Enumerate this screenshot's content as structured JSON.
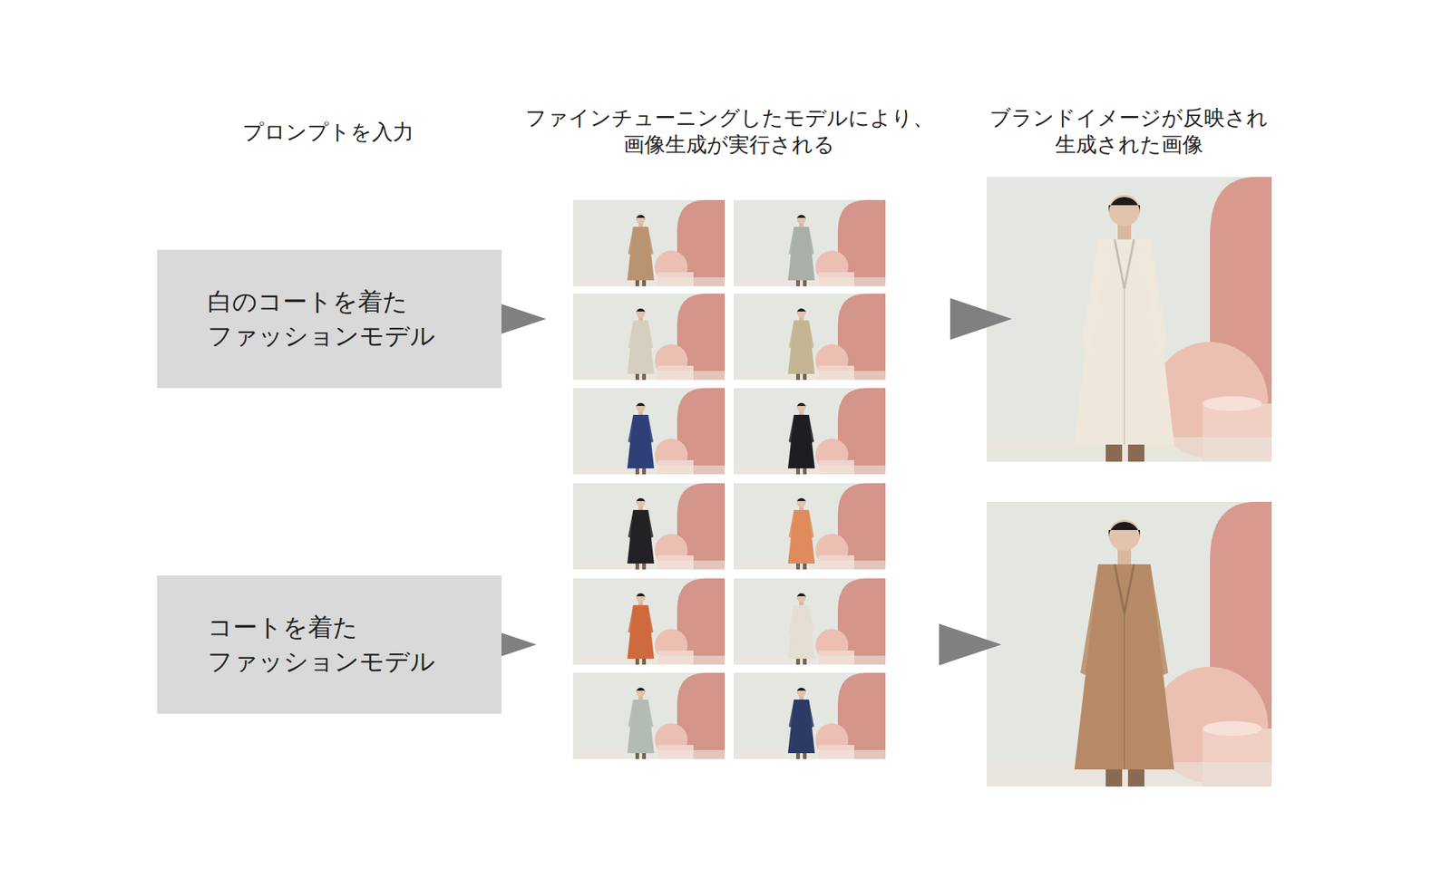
{
  "diagram": {
    "nodes": [
      {
        "text": [
          "白のコートを着た ファッションモデル"
        ]
      },
      {
        "text": [
          "コートを着た ファッションモデル"
        ]
      }
    ],
    "labels": [
      "プロンプトを入力",
      "ファインチューニングしたモデルにより、 画像生成が実行される",
      "ブランドイメージが反映され 生成された画像"
    ]
  }
}
